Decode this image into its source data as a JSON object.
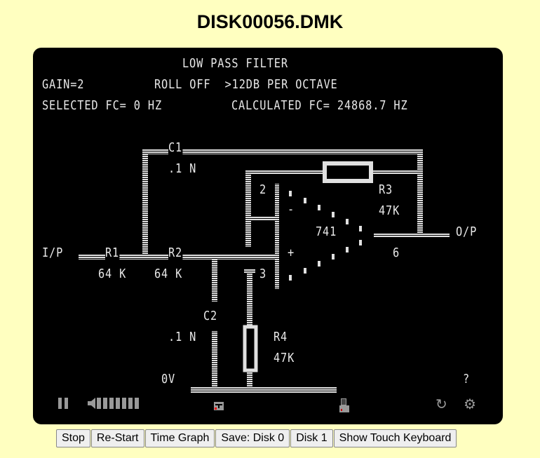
{
  "title": "DISK00056.DMK",
  "screen": {
    "heading": "LOW PASS FILTER",
    "gain": "GAIN=2",
    "rolloff": "ROLL OFF  >12DB PER OCTAVE",
    "selected": "SELECTED FC= 0 HZ",
    "calculated": "CALCULATED FC= 24868.7 HZ",
    "labels": {
      "c1": "C1",
      "c1v": ".1 N",
      "r3": "R3",
      "r3v": "47K",
      "pin2": "2",
      "minus": "-",
      "op": "741",
      "op_out": "O/P",
      "pin6": "6",
      "ip": "I/P",
      "r1": "R1",
      "r1v": "64 K",
      "r2": "R2",
      "r2v": "64 K",
      "plus": "+",
      "pin3": "3",
      "c2": "C2",
      "c2v": ".1 N",
      "r4": "R4",
      "r4v": "47K",
      "ov": "0V",
      "help": "?"
    }
  },
  "controls": {
    "pause": "pause-icon",
    "volume": "volume-icon",
    "disk": "disk-icon",
    "drive": "drive-icon",
    "reset": "reset-icon",
    "settings": "gear-icon"
  },
  "buttons": [
    "Stop",
    "Re-Start",
    "Time Graph",
    "Save: Disk 0",
    "Disk 1",
    "Show Touch Keyboard"
  ]
}
